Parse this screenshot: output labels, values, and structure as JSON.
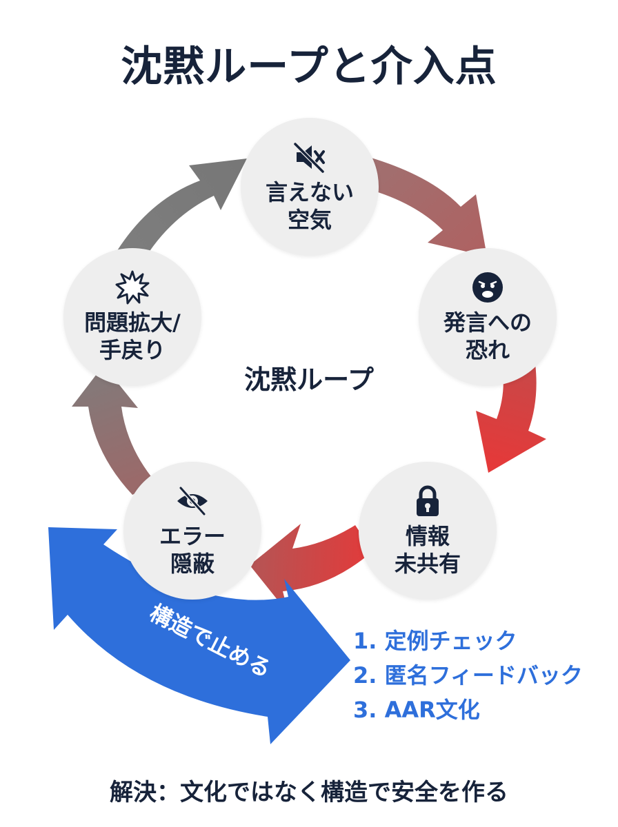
{
  "title": "沈黙ループと介入点",
  "center_label": "沈黙ループ",
  "nodes": [
    {
      "label": "言えない\n空気",
      "icon": "muted-speaker-icon"
    },
    {
      "label": "発言への\n恐れ",
      "icon": "fearful-face-icon"
    },
    {
      "label": "情報\n未共有",
      "icon": "lock-icon"
    },
    {
      "label": "エラー\n隠蔽",
      "icon": "eye-slash-icon"
    },
    {
      "label": "問題拡大/\n手戻り",
      "icon": "explosion-icon"
    }
  ],
  "intervention": {
    "label": "構造で止める",
    "color": "#2e6fdb",
    "steps": [
      "1. 定例チェック",
      "2. 匿名フィードバック",
      "3. AAR文化"
    ]
  },
  "footer": "解決：文化ではなく構造で安全を作る",
  "colors": {
    "gray": "#7f7f7f",
    "red": "#e23b3b",
    "blue": "#2e6fdb",
    "node_bg": "#eeeeee",
    "text": "#17233a"
  }
}
